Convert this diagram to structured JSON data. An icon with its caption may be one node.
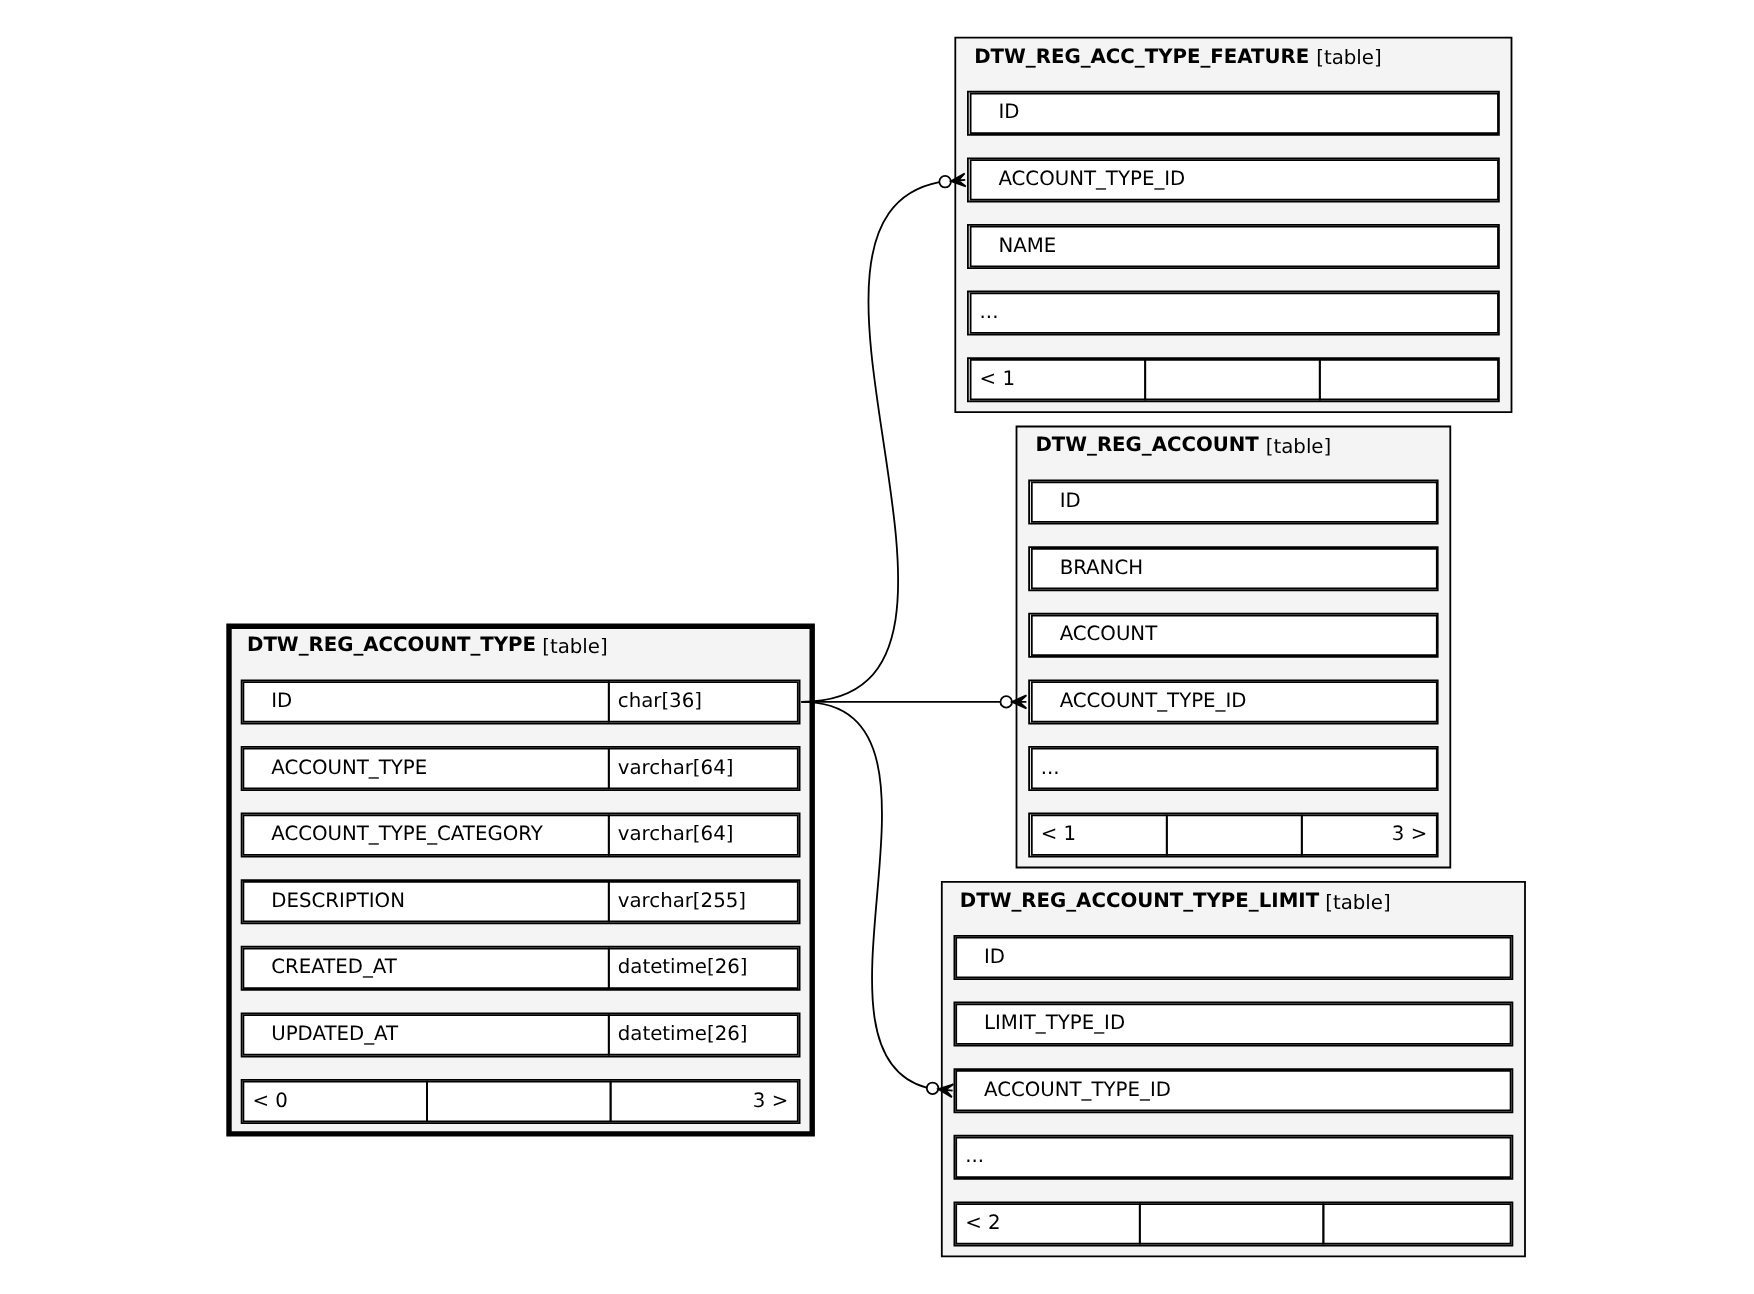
{
  "diagram": {
    "nodes": [
      {
        "text": [
          "DTW_REG_ACC_TYPE_FEATURE",
          "[table]"
        ]
      },
      {
        "text": [
          "ID"
        ],
        "in": 0
      },
      {
        "text": [
          "ACCOUNT_TYPE_ID"
        ],
        "in": 0
      },
      {
        "text": [
          "NAME"
        ],
        "in": 0
      },
      {
        "text": [
          "..."
        ],
        "in": 0
      },
      {
        "text": [
          "< 1"
        ],
        "in": 0
      },
      {
        "text": [
          "DTW_REG_ACCOUNT",
          "[table]"
        ]
      },
      {
        "text": [
          "ID"
        ],
        "in": 6
      },
      {
        "text": [
          "BRANCH"
        ],
        "in": 6
      },
      {
        "text": [
          "ACCOUNT"
        ],
        "in": 6
      },
      {
        "text": [
          "ACCOUNT_TYPE_ID"
        ],
        "in": 6
      },
      {
        "text": [
          "..."
        ],
        "in": 6
      },
      {
        "text": [
          "< 1",
          "3 >"
        ],
        "in": 6
      },
      {
        "text": [
          "DTW_REG_ACCOUNT_TYPE",
          "[table]"
        ]
      },
      {
        "text": [
          "ID",
          "char[36]"
        ],
        "in": 13
      },
      {
        "text": [
          "ACCOUNT_TYPE",
          "varchar[64]"
        ],
        "in": 13
      },
      {
        "text": [
          "ACCOUNT_TYPE_CATEGORY",
          "varchar[64]"
        ],
        "in": 13
      },
      {
        "text": [
          "DESCRIPTION",
          "varchar[255]"
        ],
        "in": 13
      },
      {
        "text": [
          "CREATED_AT",
          "datetime[26]"
        ],
        "in": 13
      },
      {
        "text": [
          "UPDATED_AT",
          "datetime[26]"
        ],
        "in": 13
      },
      {
        "text": [
          "< 0",
          "3 >"
        ],
        "in": 13
      },
      {
        "text": [
          "DTW_REG_ACCOUNT_TYPE_LIMIT",
          "[table]"
        ]
      },
      {
        "text": [
          "ID"
        ],
        "in": 21
      },
      {
        "text": [
          "LIMIT_TYPE_ID"
        ],
        "in": 21
      },
      {
        "text": [
          "ACCOUNT_TYPE_ID"
        ],
        "in": 21
      },
      {
        "text": [
          "..."
        ],
        "in": 21
      },
      {
        "text": [
          "< 2"
        ],
        "in": 21
      }
    ],
    "edges": [
      {
        "from": 14,
        "to": 2,
        "arrow": "other"
      },
      {
        "from": 14,
        "to": 10,
        "arrow": "other"
      },
      {
        "from": 14,
        "to": 24,
        "arrow": "other"
      }
    ]
  }
}
